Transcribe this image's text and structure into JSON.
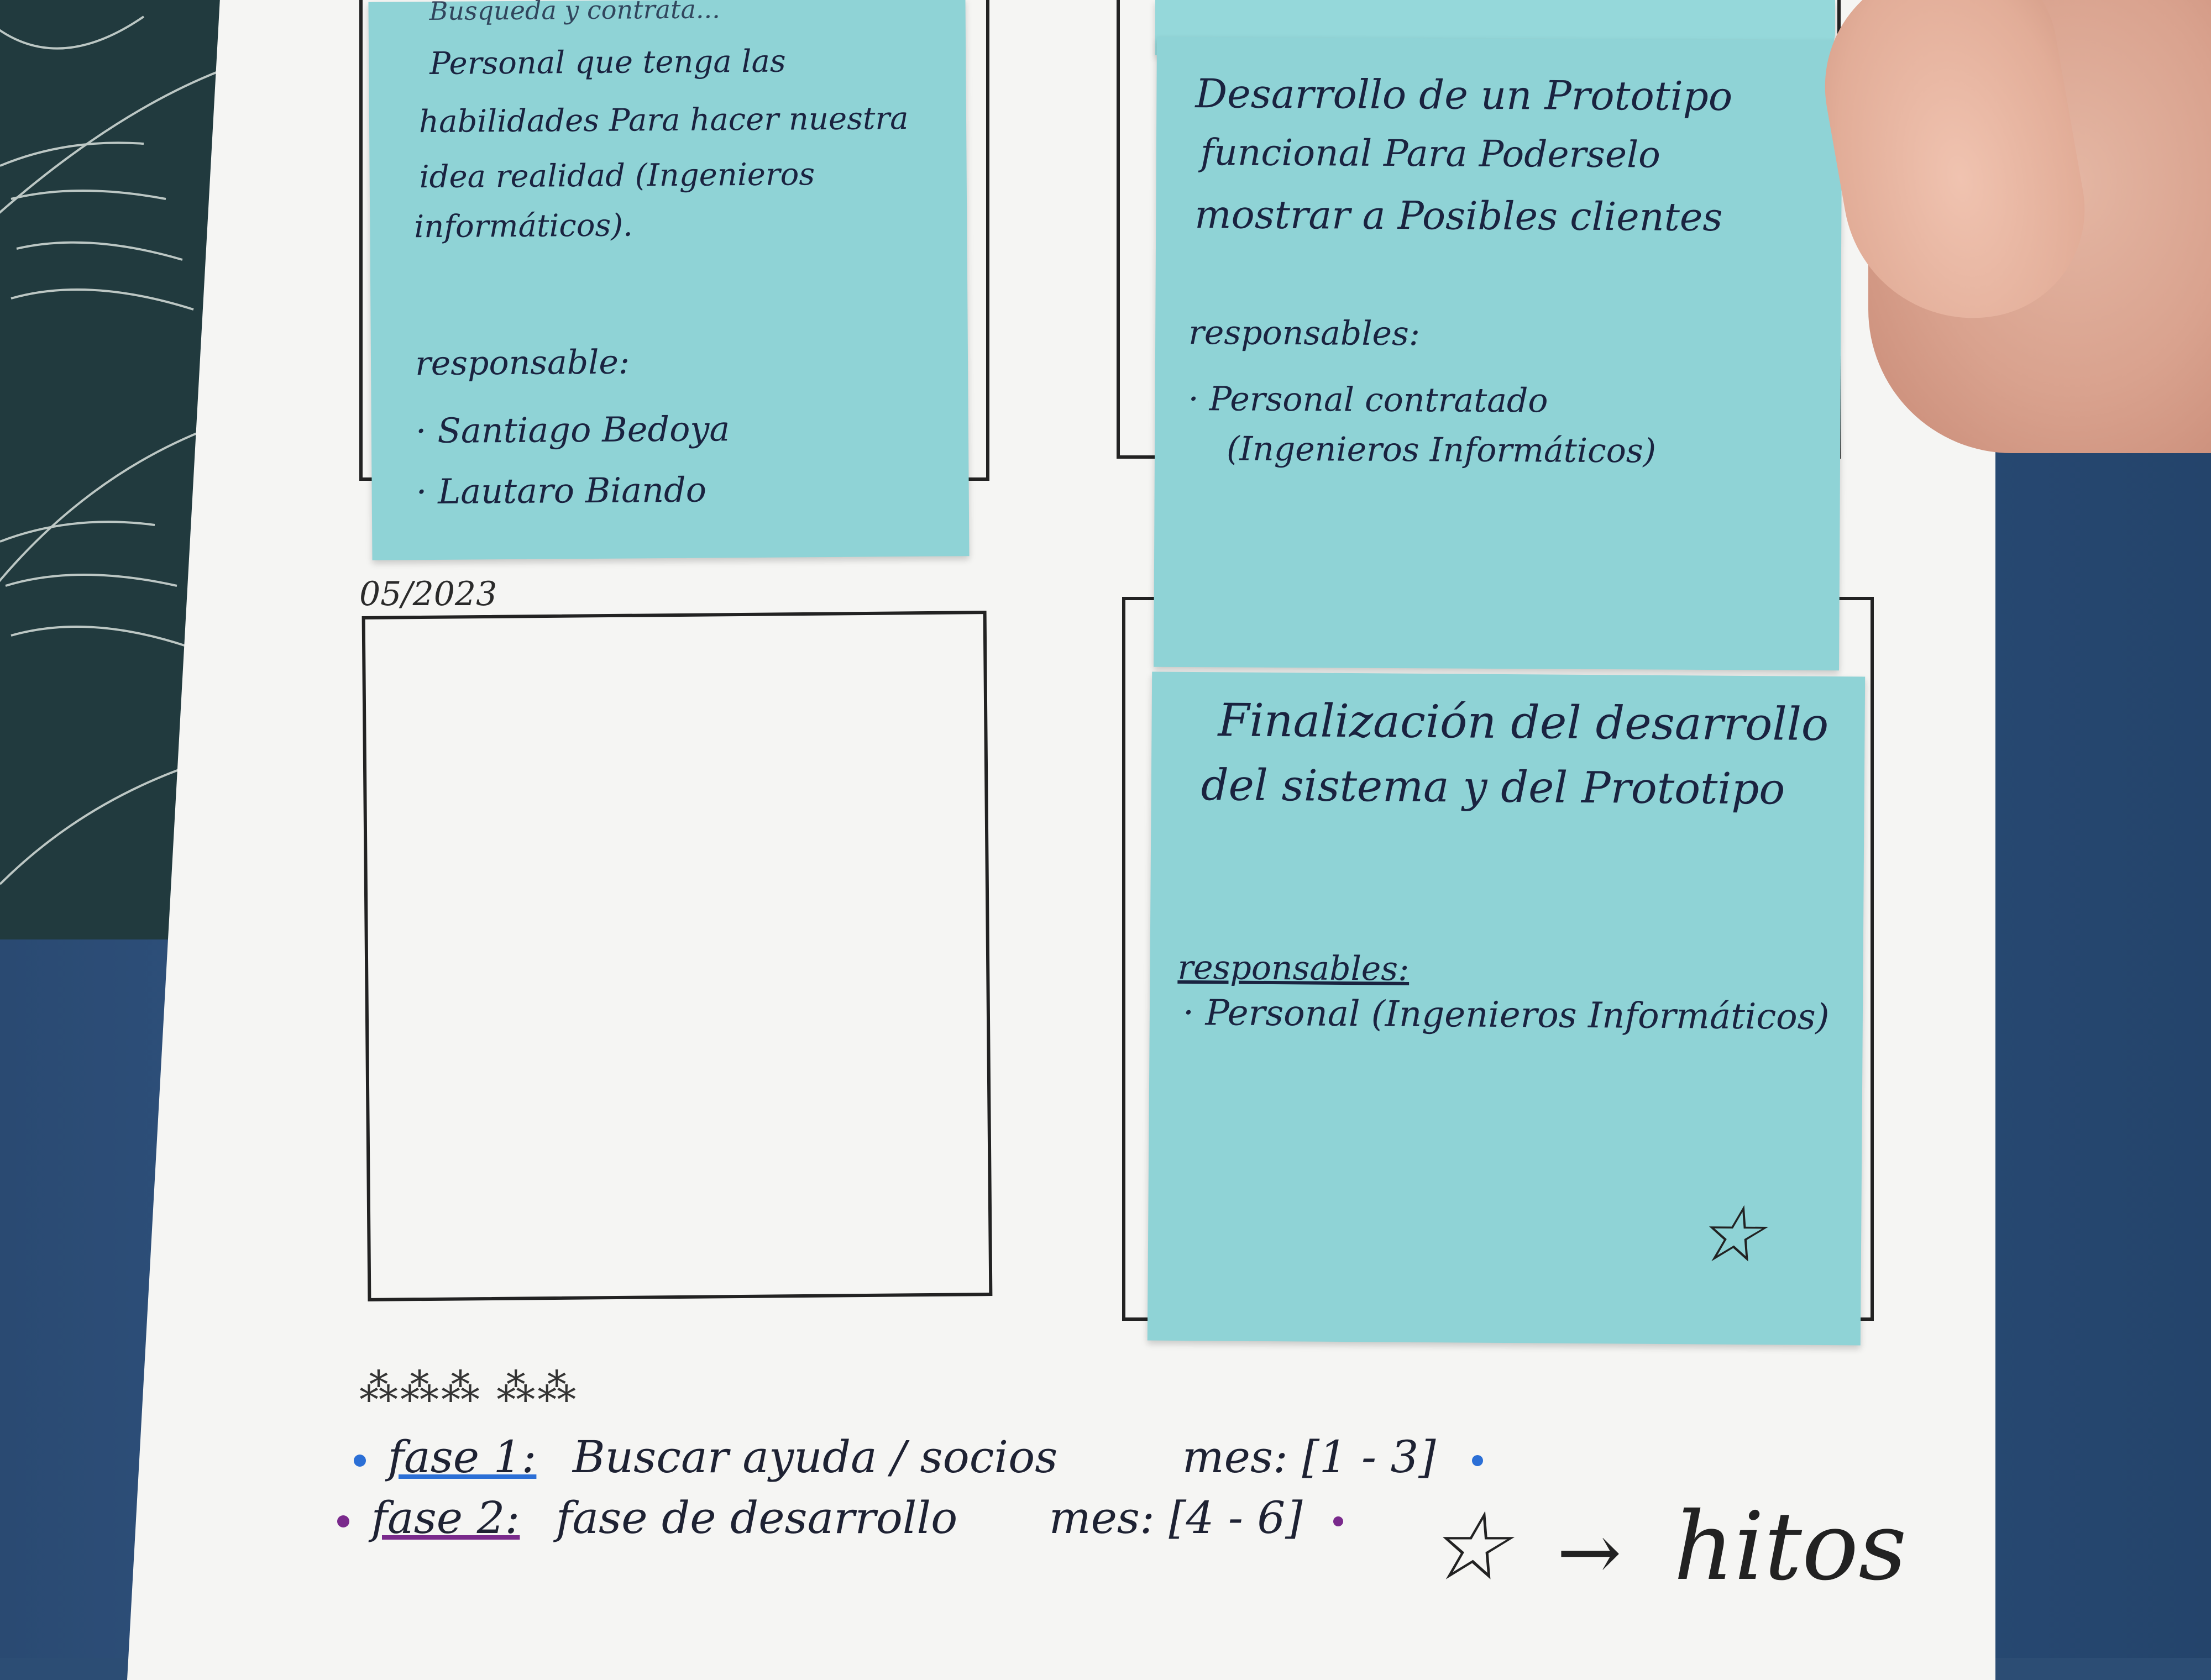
{
  "cards": {
    "top_left": {
      "header_fragment": "Busqueda y contrata...",
      "body": [
        "Personal que tenga las",
        "habilidades Para hacer nuestra",
        "idea realidad (Ingenieros",
        "informáticos)."
      ],
      "responsables_label": "responsable:",
      "people": [
        "· Santiago Bedoya",
        "· Lautaro Biando"
      ]
    },
    "top_right": {
      "body": [
        "Desarrollo de un Prototipo",
        "funcional Para Poderselo",
        "mostrar a Posibles clientes"
      ],
      "responsables_label": "responsables:",
      "people": [
        "· Personal contratado",
        "(Ingenieros Informáticos)"
      ]
    },
    "bottom_right": {
      "body": [
        "Finalización del desarrollo",
        "del sistema y del Prototipo"
      ],
      "responsables_label": "responsables:",
      "people": [
        "· Personal (Ingenieros Informáticos)"
      ],
      "milestone_symbol": "☆"
    }
  },
  "date_label": "05/2023",
  "legend": {
    "phase1": {
      "label": "fase 1:",
      "text": "Buscar ayuda / socios",
      "months": "mes: [1 - 3]",
      "color": "#2b6fd6"
    },
    "phase2": {
      "label": "fase 2:",
      "text": "fase de desarrollo",
      "months": "mes: [4 - 6]",
      "color": "#7a2a8c"
    },
    "milestone_key": {
      "symbol": "☆",
      "arrow": "→",
      "label": "hitos"
    }
  }
}
